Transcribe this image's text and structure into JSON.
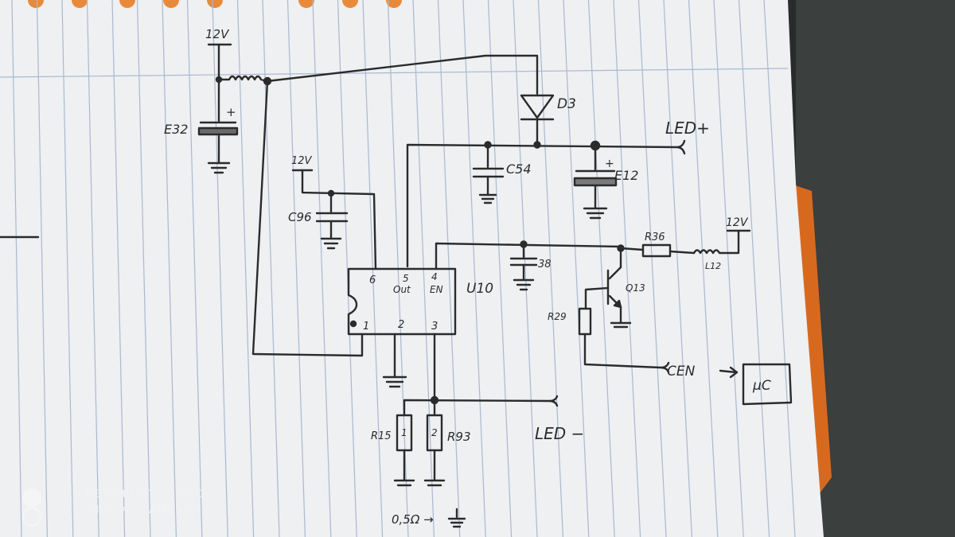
{
  "schematic": {
    "labels": {
      "supply_top": "12V",
      "supply_c96": "12V",
      "supply_l12": "12V",
      "e32": "E32",
      "d3": "D3",
      "led_plus": "LED+",
      "c54": "C54",
      "e12": "E12",
      "c96": "C96",
      "u10": "U10",
      "pin6": "6",
      "pin5": "5",
      "pin5_name": "Out",
      "pin4": "4",
      "pin4_name": "EN",
      "pin1": "1",
      "pin2": "2",
      "pin3": "3",
      "c38": "38",
      "r36": "R36",
      "l12": "L12",
      "q": "Q13",
      "r29": "R29",
      "cen": "CEN",
      "arrow": "→",
      "mc": "μC",
      "r15": "R15",
      "r93": "R93",
      "r15_mark": "1",
      "r93_mark": "2",
      "led_minus": "LED −",
      "bottom_note": "0,5Ω →",
      "plus_e32": "+",
      "plus_e12": "+"
    }
  },
  "watermark": {
    "line1": "REDMI NOTE 6 PRO",
    "line2": "MI DUAL CAMERA"
  },
  "colors": {
    "paper": "#eef0f2",
    "rule_line": "#a9b9cf",
    "ink": "#2b2b2b",
    "background": "#2a2c2b",
    "orange_edge": "#d7691f"
  }
}
